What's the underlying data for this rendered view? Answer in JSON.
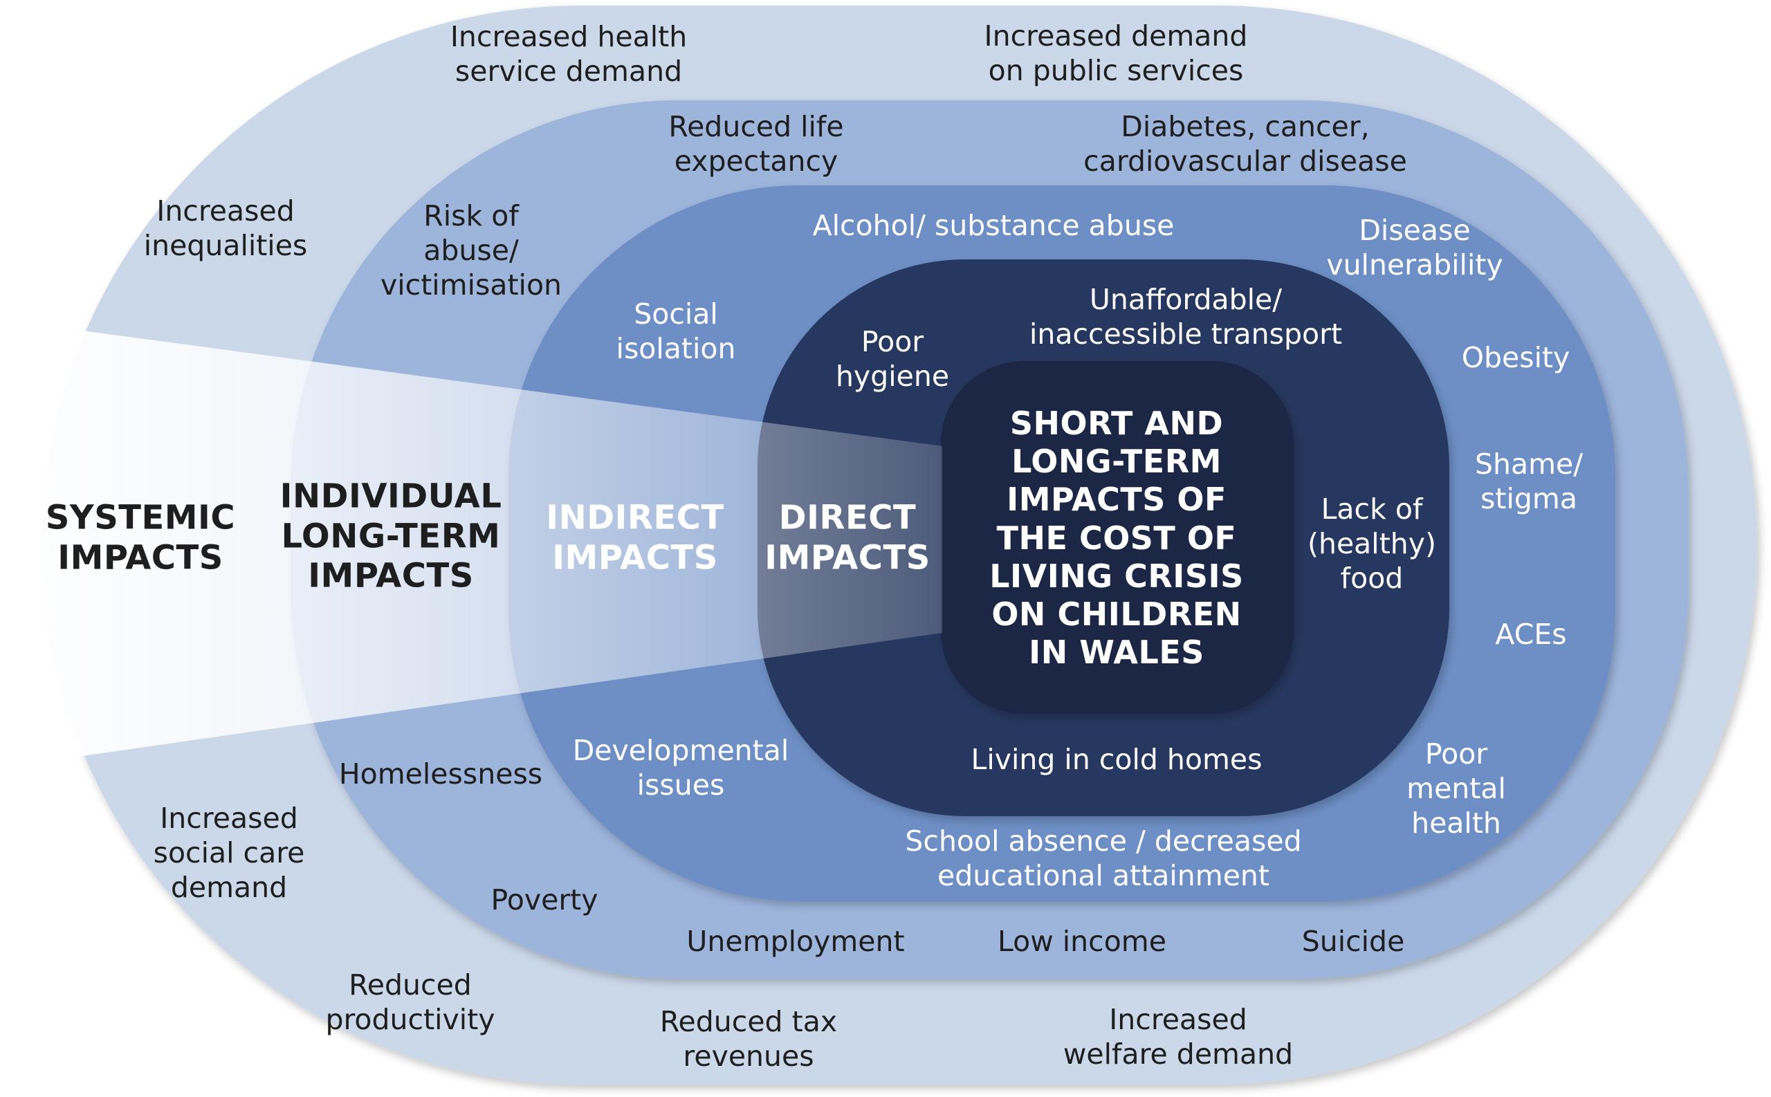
{
  "colors": {
    "ring_systemic": "#cbd8ea",
    "ring_individual": "#9db4db",
    "ring_indirect": "#6d8fc6",
    "ring_direct": "#25375e",
    "center": "#1b2744"
  },
  "center_title": "SHORT AND\nLONG-TERM\nIMPACTS OF\nTHE COST OF\nLIVING CRISIS\nON CHILDREN\nIN WALES",
  "layers": {
    "systemic": {
      "heading": "SYSTEMIC\nIMPACTS",
      "items": [
        "Increased health\nservice demand",
        "Increased demand\non public services",
        "Increased\ninequalities",
        "Increased\nsocial care\ndemand",
        "Reduced\nproductivity",
        "Reduced tax\nrevenues",
        "Increased\nwelfare demand"
      ]
    },
    "individual": {
      "heading": "INDIVIDUAL\nLONG-TERM\nIMPACTS",
      "items": [
        "Reduced life\nexpectancy",
        "Diabetes, cancer,\ncardiovascular disease",
        "Risk of\nabuse/\nvictimisation",
        "Homelessness",
        "Poverty",
        "Unemployment",
        "Low income",
        "Suicide"
      ]
    },
    "indirect": {
      "heading": "INDIRECT\nIMPACTS",
      "items": [
        "Alcohol/ substance abuse",
        "Disease\nvulnerability",
        "Social\nisolation",
        "Obesity",
        "Shame/\nstigma",
        "ACEs",
        "Poor\nmental\nhealth",
        "Developmental\nissues",
        "School absence / decreased\neducational attainment"
      ]
    },
    "direct": {
      "heading": "DIRECT\nIMPACTS",
      "items": [
        "Unaffordable/\ninaccessible transport",
        "Poor\nhygiene",
        "Lack of\n(healthy)\nfood",
        "Living in cold homes"
      ]
    }
  }
}
